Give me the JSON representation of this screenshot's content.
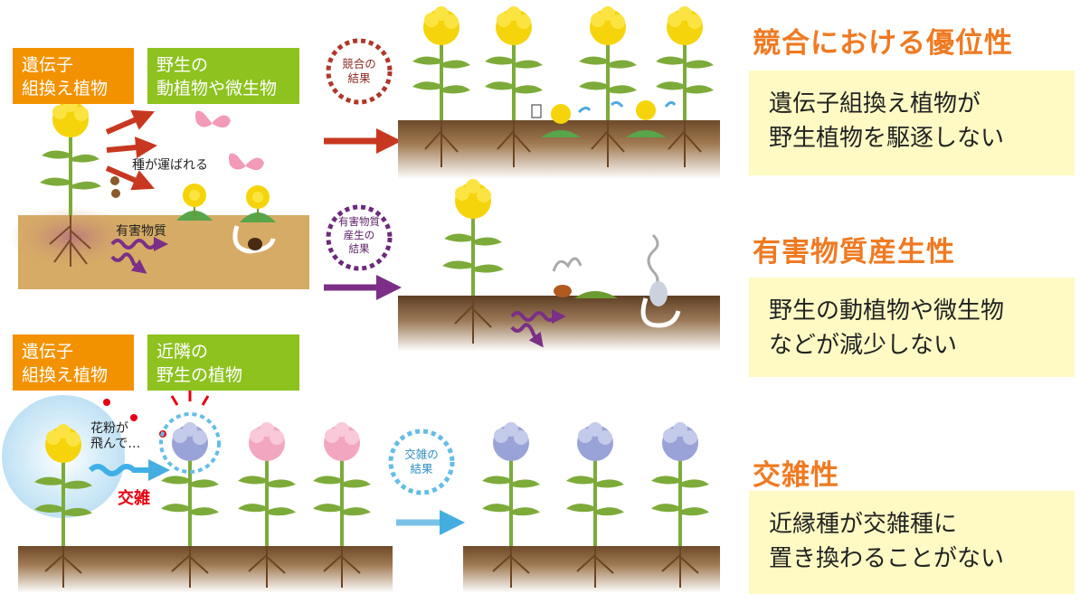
{
  "labels": {
    "gm_plant_1": "遺伝子\n組換え植物",
    "wild_organisms": "野生の\n動植物や微生物",
    "gm_plant_2": "遺伝子\n組換え植物",
    "nearby_wild_plants": "近隣の\n野生の植物"
  },
  "annotations": {
    "seeds_carried": "種が運ばれる",
    "harmful_substance": "有害物質",
    "pollen_flying": "花粉が\n飛んで…",
    "crossbreed": "交雑"
  },
  "result_circles": {
    "competition": "競合の\n結果",
    "harmful": "有害物質\n産生の\n結果",
    "crossing": "交雑の\n結果"
  },
  "summaries": [
    {
      "title": "競合における優位性",
      "text": "遺伝子組換え植物が\n野生植物を駆逐しない"
    },
    {
      "title": "有害物質産生性",
      "text": "野生の動植物や微生物\nなどが減少しない"
    },
    {
      "title": "交雑性",
      "text": "近縁種が交雑種に\n置き換わることがない"
    }
  ],
  "colors": {
    "orange_label": "#f39200",
    "green_label": "#8dc21f",
    "title_orange": "#ef7a22",
    "summary_bg": "#fffac4",
    "arrow_red": "#c8371f",
    "arrow_purple": "#7b2f86",
    "arrow_blue": "#65b9e2",
    "soil_light": "#d6ab66",
    "soil_dark": "#7a5431"
  }
}
